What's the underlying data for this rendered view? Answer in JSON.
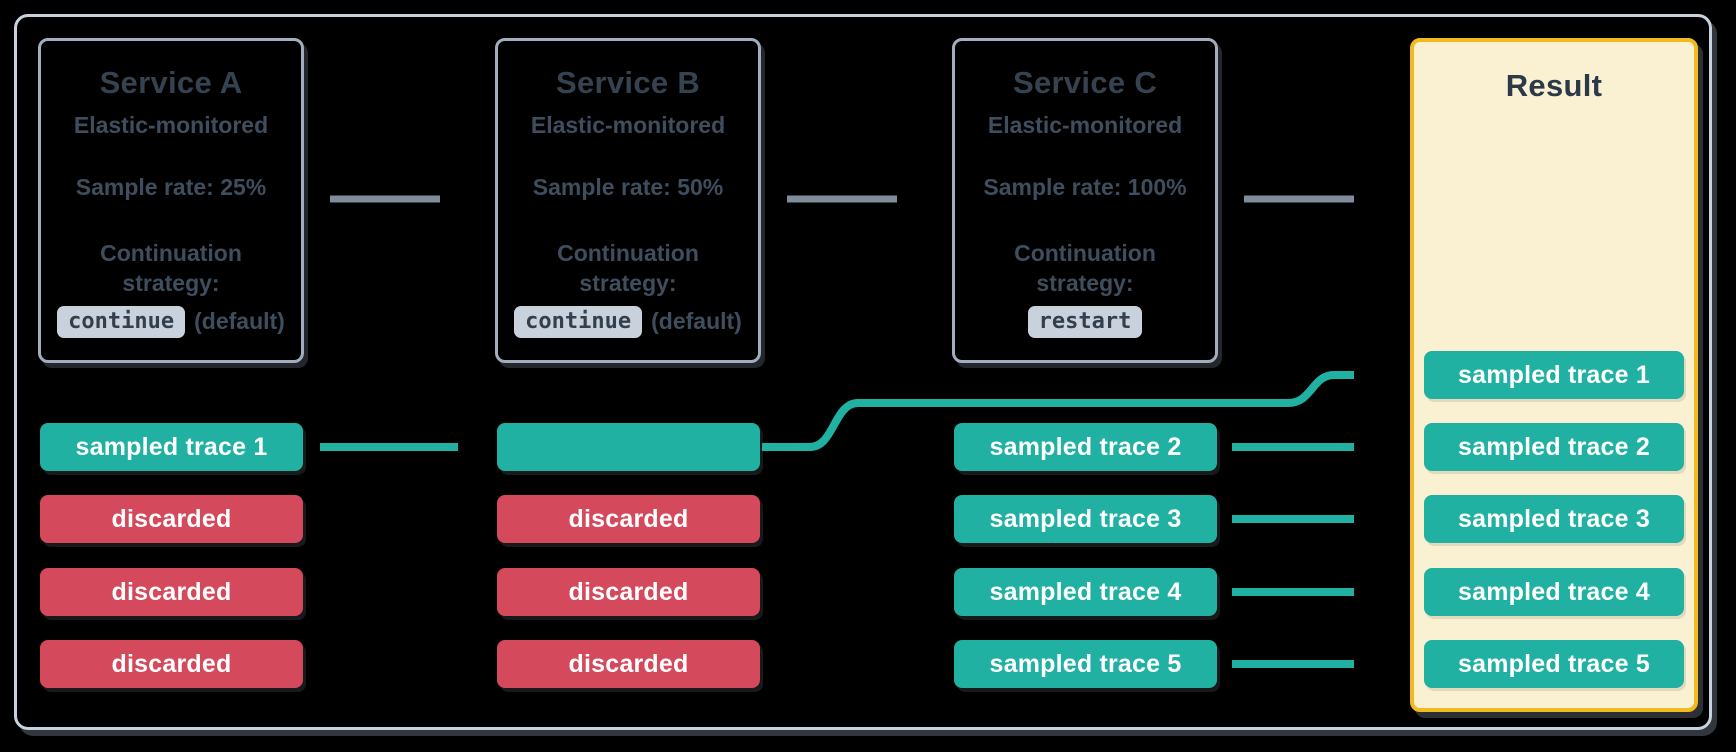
{
  "colors": {
    "background": "#000000",
    "sampled_teal": "#20B1A2",
    "discarded_red": "#D5495C",
    "result_bg": "#FAF1D3",
    "result_border": "#F2BB1D",
    "chip_bg": "#C8D1DC",
    "service_box_border": "#A2AEBF",
    "outer_frame_border": "#C8D1DE",
    "flow_arrow_gray": "#7E8C9C",
    "title_text": "#35424F",
    "body_text": "#3F4E5D"
  },
  "services": [
    {
      "title": "Service A",
      "subtitle": "Elastic-monitored",
      "sample_rate": "Sample rate: 25%",
      "continuation_label": "Continuation strategy:",
      "strategy_code": "continue",
      "strategy_note": "(default)"
    },
    {
      "title": "Service B",
      "subtitle": "Elastic-monitored",
      "sample_rate": "Sample rate: 50%",
      "continuation_label": "Continuation strategy:",
      "strategy_code": "continue",
      "strategy_note": "(default)"
    },
    {
      "title": "Service C",
      "subtitle": "Elastic-monitored",
      "sample_rate": "Sample rate: 100%",
      "continuation_label": "Continuation strategy:",
      "strategy_code": "restart",
      "strategy_note": ""
    }
  ],
  "trace_rows": {
    "service_a": [
      {
        "label": "sampled trace 1",
        "type": "sampled"
      },
      {
        "label": "discarded",
        "type": "discarded"
      },
      {
        "label": "discarded",
        "type": "discarded"
      },
      {
        "label": "discarded",
        "type": "discarded"
      }
    ],
    "service_b": [
      {
        "label": "",
        "type": "sampled"
      },
      {
        "label": "discarded",
        "type": "discarded"
      },
      {
        "label": "discarded",
        "type": "discarded"
      },
      {
        "label": "discarded",
        "type": "discarded"
      }
    ],
    "service_c": [
      {
        "label": "sampled trace 2",
        "type": "sampled"
      },
      {
        "label": "sampled trace 3",
        "type": "sampled"
      },
      {
        "label": "sampled trace 4",
        "type": "sampled"
      },
      {
        "label": "sampled trace 5",
        "type": "sampled"
      }
    ]
  },
  "result": {
    "title": "Result",
    "pills": [
      {
        "label": "sampled trace 1",
        "type": "sampled"
      },
      {
        "label": "sampled trace 2",
        "type": "sampled"
      },
      {
        "label": "sampled trace 3",
        "type": "sampled"
      },
      {
        "label": "sampled trace 4",
        "type": "sampled"
      },
      {
        "label": "sampled trace 5",
        "type": "sampled"
      }
    ]
  }
}
